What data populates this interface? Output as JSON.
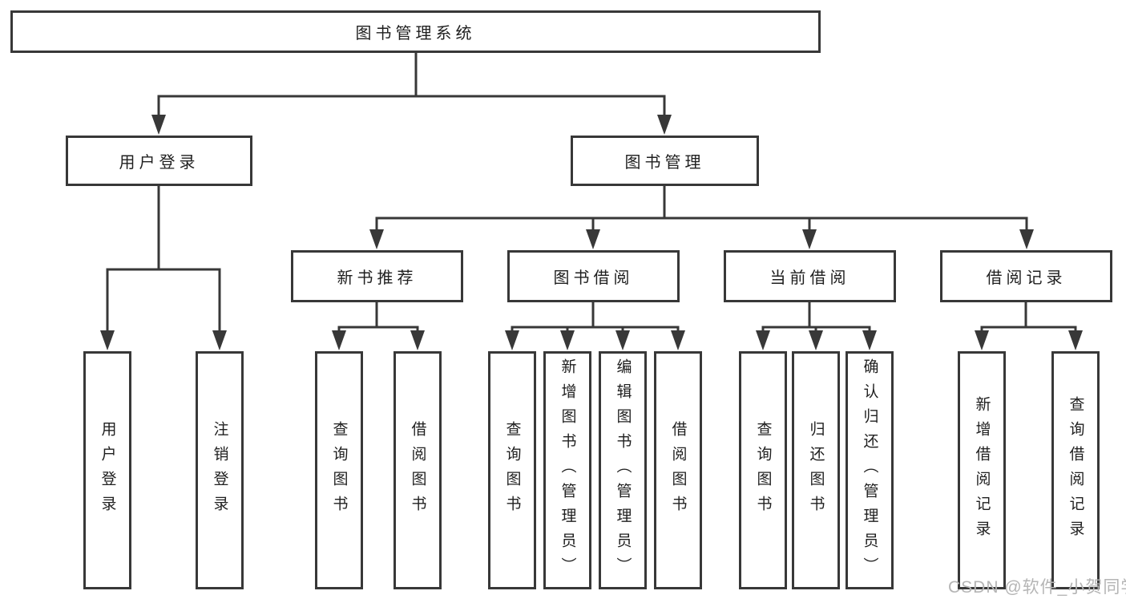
{
  "diagram_title": "图书管理系统",
  "nodes": {
    "root": {
      "label": "图书管理系统"
    },
    "level2": [
      {
        "label": "用户登录",
        "parent": "图书管理系统"
      },
      {
        "label": "图书管理",
        "parent": "图书管理系统"
      }
    ],
    "level3": [
      {
        "label": "新书推荐",
        "parent": "图书管理"
      },
      {
        "label": "图书借阅",
        "parent": "图书管理"
      },
      {
        "label": "当前借阅",
        "parent": "图书管理"
      },
      {
        "label": "借阅记录",
        "parent": "图书管理"
      }
    ],
    "leaves": [
      {
        "label": "用户登录",
        "parent": "用户登录"
      },
      {
        "label": "注销登录",
        "parent": "用户登录"
      },
      {
        "label": "查询图书",
        "parent": "新书推荐"
      },
      {
        "label": "借阅图书",
        "parent": "新书推荐"
      },
      {
        "label": "查询图书",
        "parent": "图书借阅"
      },
      {
        "label": "新增图书（管理员）",
        "parent": "图书借阅"
      },
      {
        "label": "编辑图书（管理员）",
        "parent": "图书借阅"
      },
      {
        "label": "借阅图书",
        "parent": "图书借阅"
      },
      {
        "label": "查询图书",
        "parent": "当前借阅"
      },
      {
        "label": "归还图书",
        "parent": "当前借阅"
      },
      {
        "label": "确认归还（管理员）",
        "parent": "当前借阅"
      },
      {
        "label": "新增借阅记录",
        "parent": "借阅记录"
      },
      {
        "label": "查询借阅记录",
        "parent": "借阅记录"
      }
    ]
  },
  "watermark": {
    "text": "CSDN @软件_小贺同学"
  },
  "colors": {
    "line": "#383838",
    "box_border": "#383838",
    "text": "#1f1f1f",
    "watermark": "#b5b5b5",
    "background": "#ffffff"
  }
}
